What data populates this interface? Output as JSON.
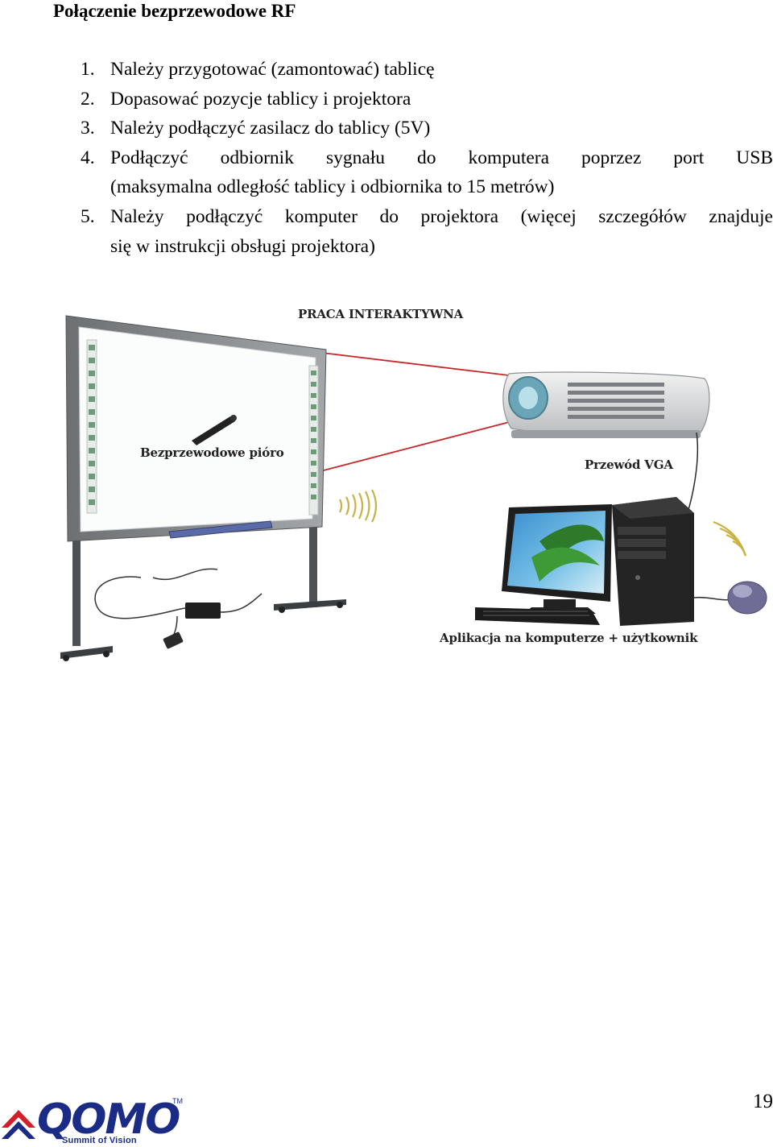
{
  "heading": "Połączenie bezprzewodowe RF",
  "steps": [
    {
      "number": "1.",
      "text": "Należy przygotować (zamontować) tablicę"
    },
    {
      "number": "2.",
      "text": "Dopasować pozycje tablicy i projektora"
    },
    {
      "number": "3.",
      "text": "Należy podłączyć zasilacz do tablicy (5V)"
    },
    {
      "number": "4.",
      "text": "Podłączyć odbiornik sygnału do komputera poprzez port USB",
      "continuation": "(maksymalna odległość tablicy i odbiornika to 15 metrów)"
    },
    {
      "number": "5.",
      "text": "Należy podłączyć komputer do projektora (więcej szczegółów znajduje",
      "continuation": "się w instrukcji obsługi projektora)"
    }
  ],
  "figure": {
    "title": "PRACA INTERAKTYWNA",
    "pen_label": "Bezprzewodowe pióro",
    "vga_label": "Przewód VGA",
    "computer_label": "Aplikacja na komputerze + użytkownik"
  },
  "footer": {
    "page_number": "19",
    "logo_word": "QOMO",
    "logo_tm": "TM",
    "logo_tagline": "Summit of Vision"
  },
  "colors": {
    "logo_blue": "#1b2c86",
    "logo_red": "#d21f2a",
    "projection_line": "#c8282a"
  }
}
